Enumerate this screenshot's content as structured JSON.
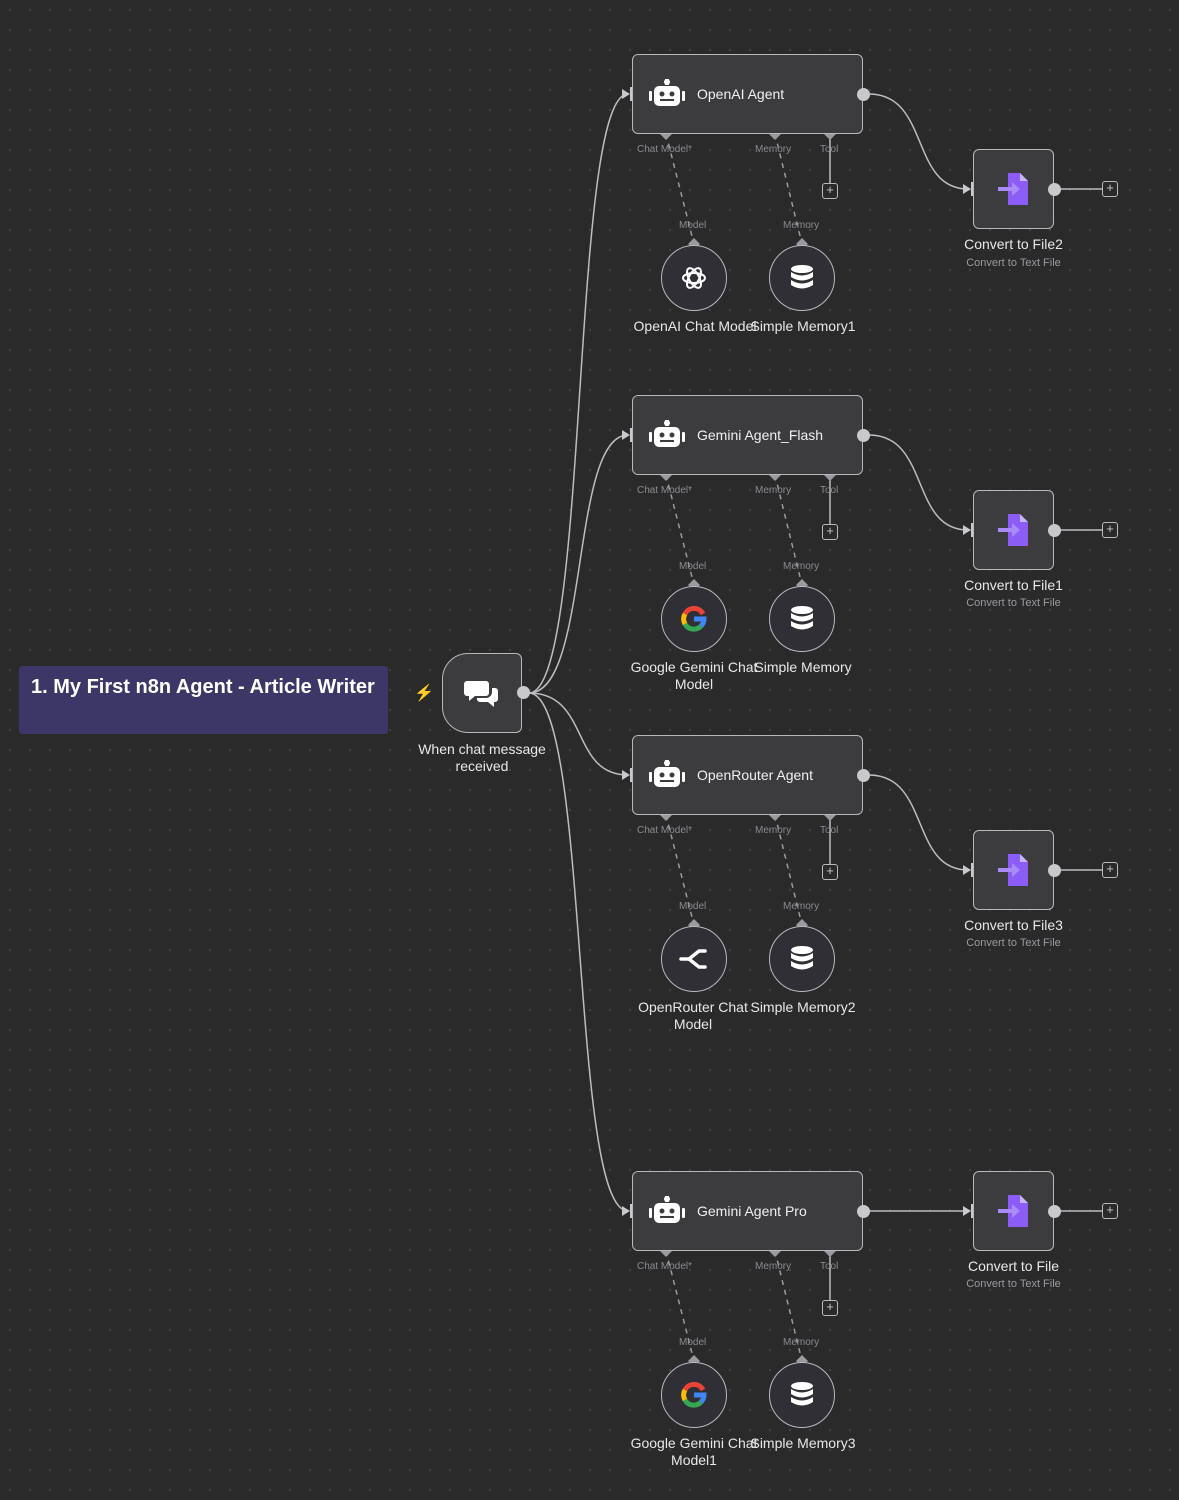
{
  "canvas": {
    "background": "#2a2a2b",
    "accent": "#8b5cf6"
  },
  "sticky": {
    "title": "1. My First n8n Agent - Article Writer",
    "color": "#3d3767"
  },
  "trigger": {
    "label_line1": "When chat message",
    "label_line2": "received",
    "icon": "chat-bubbles-icon"
  },
  "port_labels": {
    "chat_model": "Chat Model*",
    "memory": "Memory",
    "tool": "Tool",
    "model": "Model"
  },
  "agents": [
    {
      "title": "OpenAI Agent",
      "icon": "robot-icon"
    },
    {
      "title": "Gemini Agent_Flash",
      "icon": "robot-icon"
    },
    {
      "title": "OpenRouter Agent",
      "icon": "robot-icon"
    },
    {
      "title": "Gemini Agent Pro",
      "icon": "robot-icon"
    }
  ],
  "models": [
    {
      "line1": "OpenAI Chat Model",
      "line2": "",
      "icon": "openai-icon"
    },
    {
      "line1": "Google Gemini Chat",
      "line2": "Model",
      "icon": "google-icon"
    },
    {
      "line1": "OpenRouter Chat",
      "line2": "Model",
      "icon": "openrouter-icon"
    },
    {
      "line1": "Google Gemini Chat",
      "line2": "Model1",
      "icon": "google-icon"
    }
  ],
  "memories": [
    {
      "label": "Simple Memory1",
      "icon": "database-icon"
    },
    {
      "label": "Simple Memory",
      "icon": "database-icon"
    },
    {
      "label": "Simple Memory2",
      "icon": "database-icon"
    },
    {
      "label": "Simple Memory3",
      "icon": "database-icon"
    }
  ],
  "files": [
    {
      "title": "Convert to File2",
      "subtitle": "Convert to Text File",
      "icon": "file-convert-icon"
    },
    {
      "title": "Convert to File1",
      "subtitle": "Convert to Text File",
      "icon": "file-convert-icon"
    },
    {
      "title": "Convert to File3",
      "subtitle": "Convert to Text File",
      "icon": "file-convert-icon"
    },
    {
      "title": "Convert to File",
      "subtitle": "Convert to Text File",
      "icon": "file-convert-icon"
    }
  ]
}
